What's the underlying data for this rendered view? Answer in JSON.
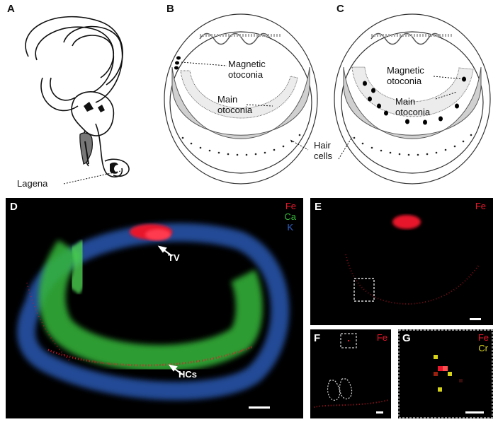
{
  "panels": {
    "A": {
      "letter": "A",
      "lagena_label": "Lagena"
    },
    "B": {
      "letter": "B",
      "magnetic_otoconia": "Magnetic otoconia",
      "main_otoconia": "Main otoconia"
    },
    "C": {
      "letter": "C",
      "magnetic_otoconia": "Magnetic otoconia",
      "main_otoconia": "Main otoconia",
      "hair_cells": "Hair cells"
    },
    "D": {
      "letter": "D",
      "legend": [
        "Fe",
        "Ca",
        "K"
      ],
      "tv_label": "TV",
      "hcs_label": "HCs"
    },
    "E": {
      "letter": "E",
      "legend": [
        "Fe"
      ]
    },
    "F": {
      "letter": "F",
      "legend": [
        "Fe"
      ]
    },
    "G": {
      "letter": "G",
      "legend": [
        "Fe",
        "Cr"
      ]
    }
  },
  "colors": {
    "fe": "#e8172c",
    "ca": "#35b83a",
    "k": "#2d63c8",
    "cr": "#d6d21a"
  }
}
